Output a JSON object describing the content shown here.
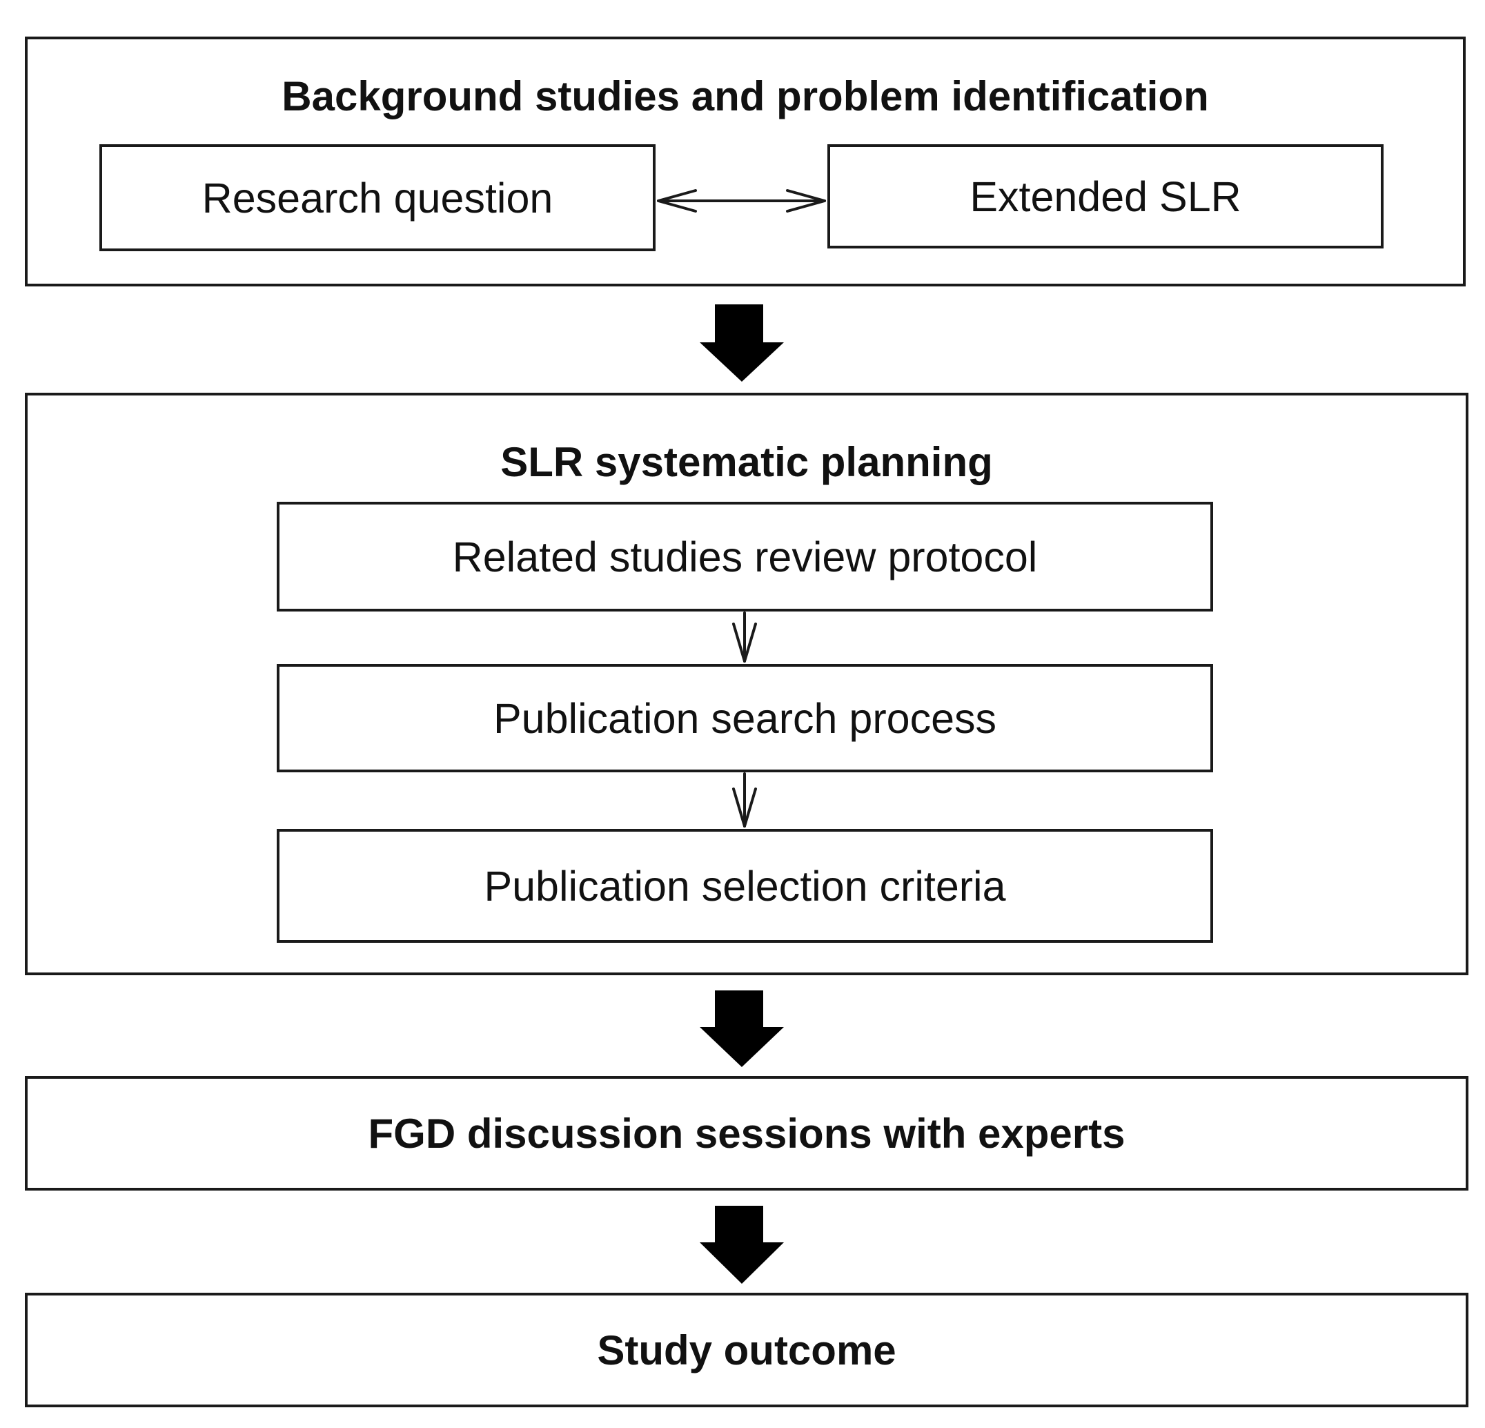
{
  "stages": {
    "background": {
      "title": "Background studies and problem identification",
      "left_box": "Research question",
      "right_box": "Extended SLR"
    },
    "planning": {
      "title": "SLR systematic planning",
      "steps": [
        "Related studies review protocol",
        "Publication search process",
        "Publication selection criteria"
      ]
    },
    "fgd": {
      "title": "FGD discussion sessions with experts"
    },
    "outcome": {
      "title": "Study outcome"
    }
  },
  "icons": {
    "bidirectional": "double-headed-arrow-icon",
    "flow_down_thin": "thin-down-arrow-icon",
    "flow_down_bold": "block-down-arrow-icon"
  }
}
